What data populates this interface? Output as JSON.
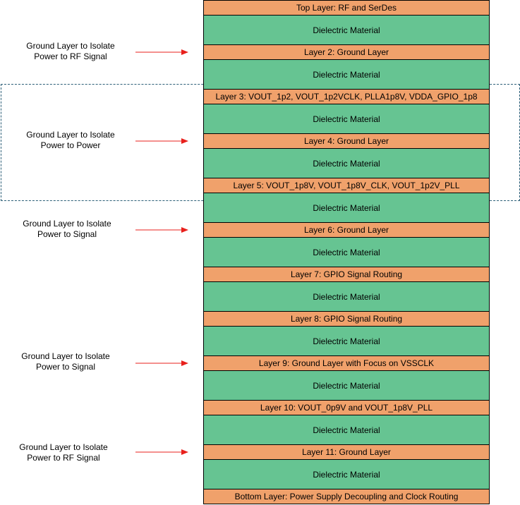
{
  "stack_layers": [
    {
      "kind": "copper",
      "label": "Top Layer: RF and SerDes"
    },
    {
      "kind": "dielectric",
      "label": "Dielectric Material"
    },
    {
      "kind": "copper",
      "label": "Layer 2: Ground Layer"
    },
    {
      "kind": "dielectric",
      "label": "Dielectric Material"
    },
    {
      "kind": "copper",
      "label": "Layer 3: VOUT_1p2, VOUT_1p2VCLK, PLLA1p8V, VDDA_GPIO_1p8"
    },
    {
      "kind": "dielectric",
      "label": "Dielectric Material"
    },
    {
      "kind": "copper",
      "label": "Layer 4: Ground Layer"
    },
    {
      "kind": "dielectric",
      "label": "Dielectric Material"
    },
    {
      "kind": "copper",
      "label": "Layer 5: VOUT_1p8V, VOUT_1p8V_CLK, VOUT_1p2V_PLL"
    },
    {
      "kind": "dielectric",
      "label": "Dielectric Material"
    },
    {
      "kind": "copper",
      "label": "Layer 6: Ground Layer"
    },
    {
      "kind": "dielectric",
      "label": "Dielectric Material"
    },
    {
      "kind": "copper",
      "label": "Layer 7: GPIO Signal Routing"
    },
    {
      "kind": "dielectric",
      "label": "Dielectric Material"
    },
    {
      "kind": "copper",
      "label": "Layer 8: GPIO Signal Routing"
    },
    {
      "kind": "dielectric",
      "label": "Dielectric Material"
    },
    {
      "kind": "copper",
      "label": "Layer 9: Ground Layer with Focus on VSSCLK"
    },
    {
      "kind": "dielectric",
      "label": "Dielectric Material"
    },
    {
      "kind": "copper",
      "label": "Layer 10: VOUT_0p9V and VOUT_1p8V_PLL"
    },
    {
      "kind": "dielectric",
      "label": "Dielectric Material"
    },
    {
      "kind": "copper",
      "label": "Layer 11: Ground Layer"
    },
    {
      "kind": "dielectric",
      "label": "Dielectric Material"
    },
    {
      "kind": "copper",
      "label": "Bottom Layer: Power Supply Decoupling and Clock Routing"
    }
  ],
  "annotations": [
    {
      "line1": "Ground Layer to Isolate",
      "line2": "Power to RF Signal"
    },
    {
      "line1": "Ground Layer to Isolate",
      "line2": "Power to Power"
    },
    {
      "line1": "Ground Layer to Isolate",
      "line2": "Power to Signal"
    },
    {
      "line1": "Ground Layer to Isolate",
      "line2": "Power to Signal"
    },
    {
      "line1": "Ground Layer to Isolate",
      "line2": "Power to RF Signal"
    }
  ],
  "colors": {
    "copper": "#f0a16b",
    "dielectric": "#66c492",
    "arrow": "#e8201c",
    "group_outline": "#2c5f78"
  }
}
